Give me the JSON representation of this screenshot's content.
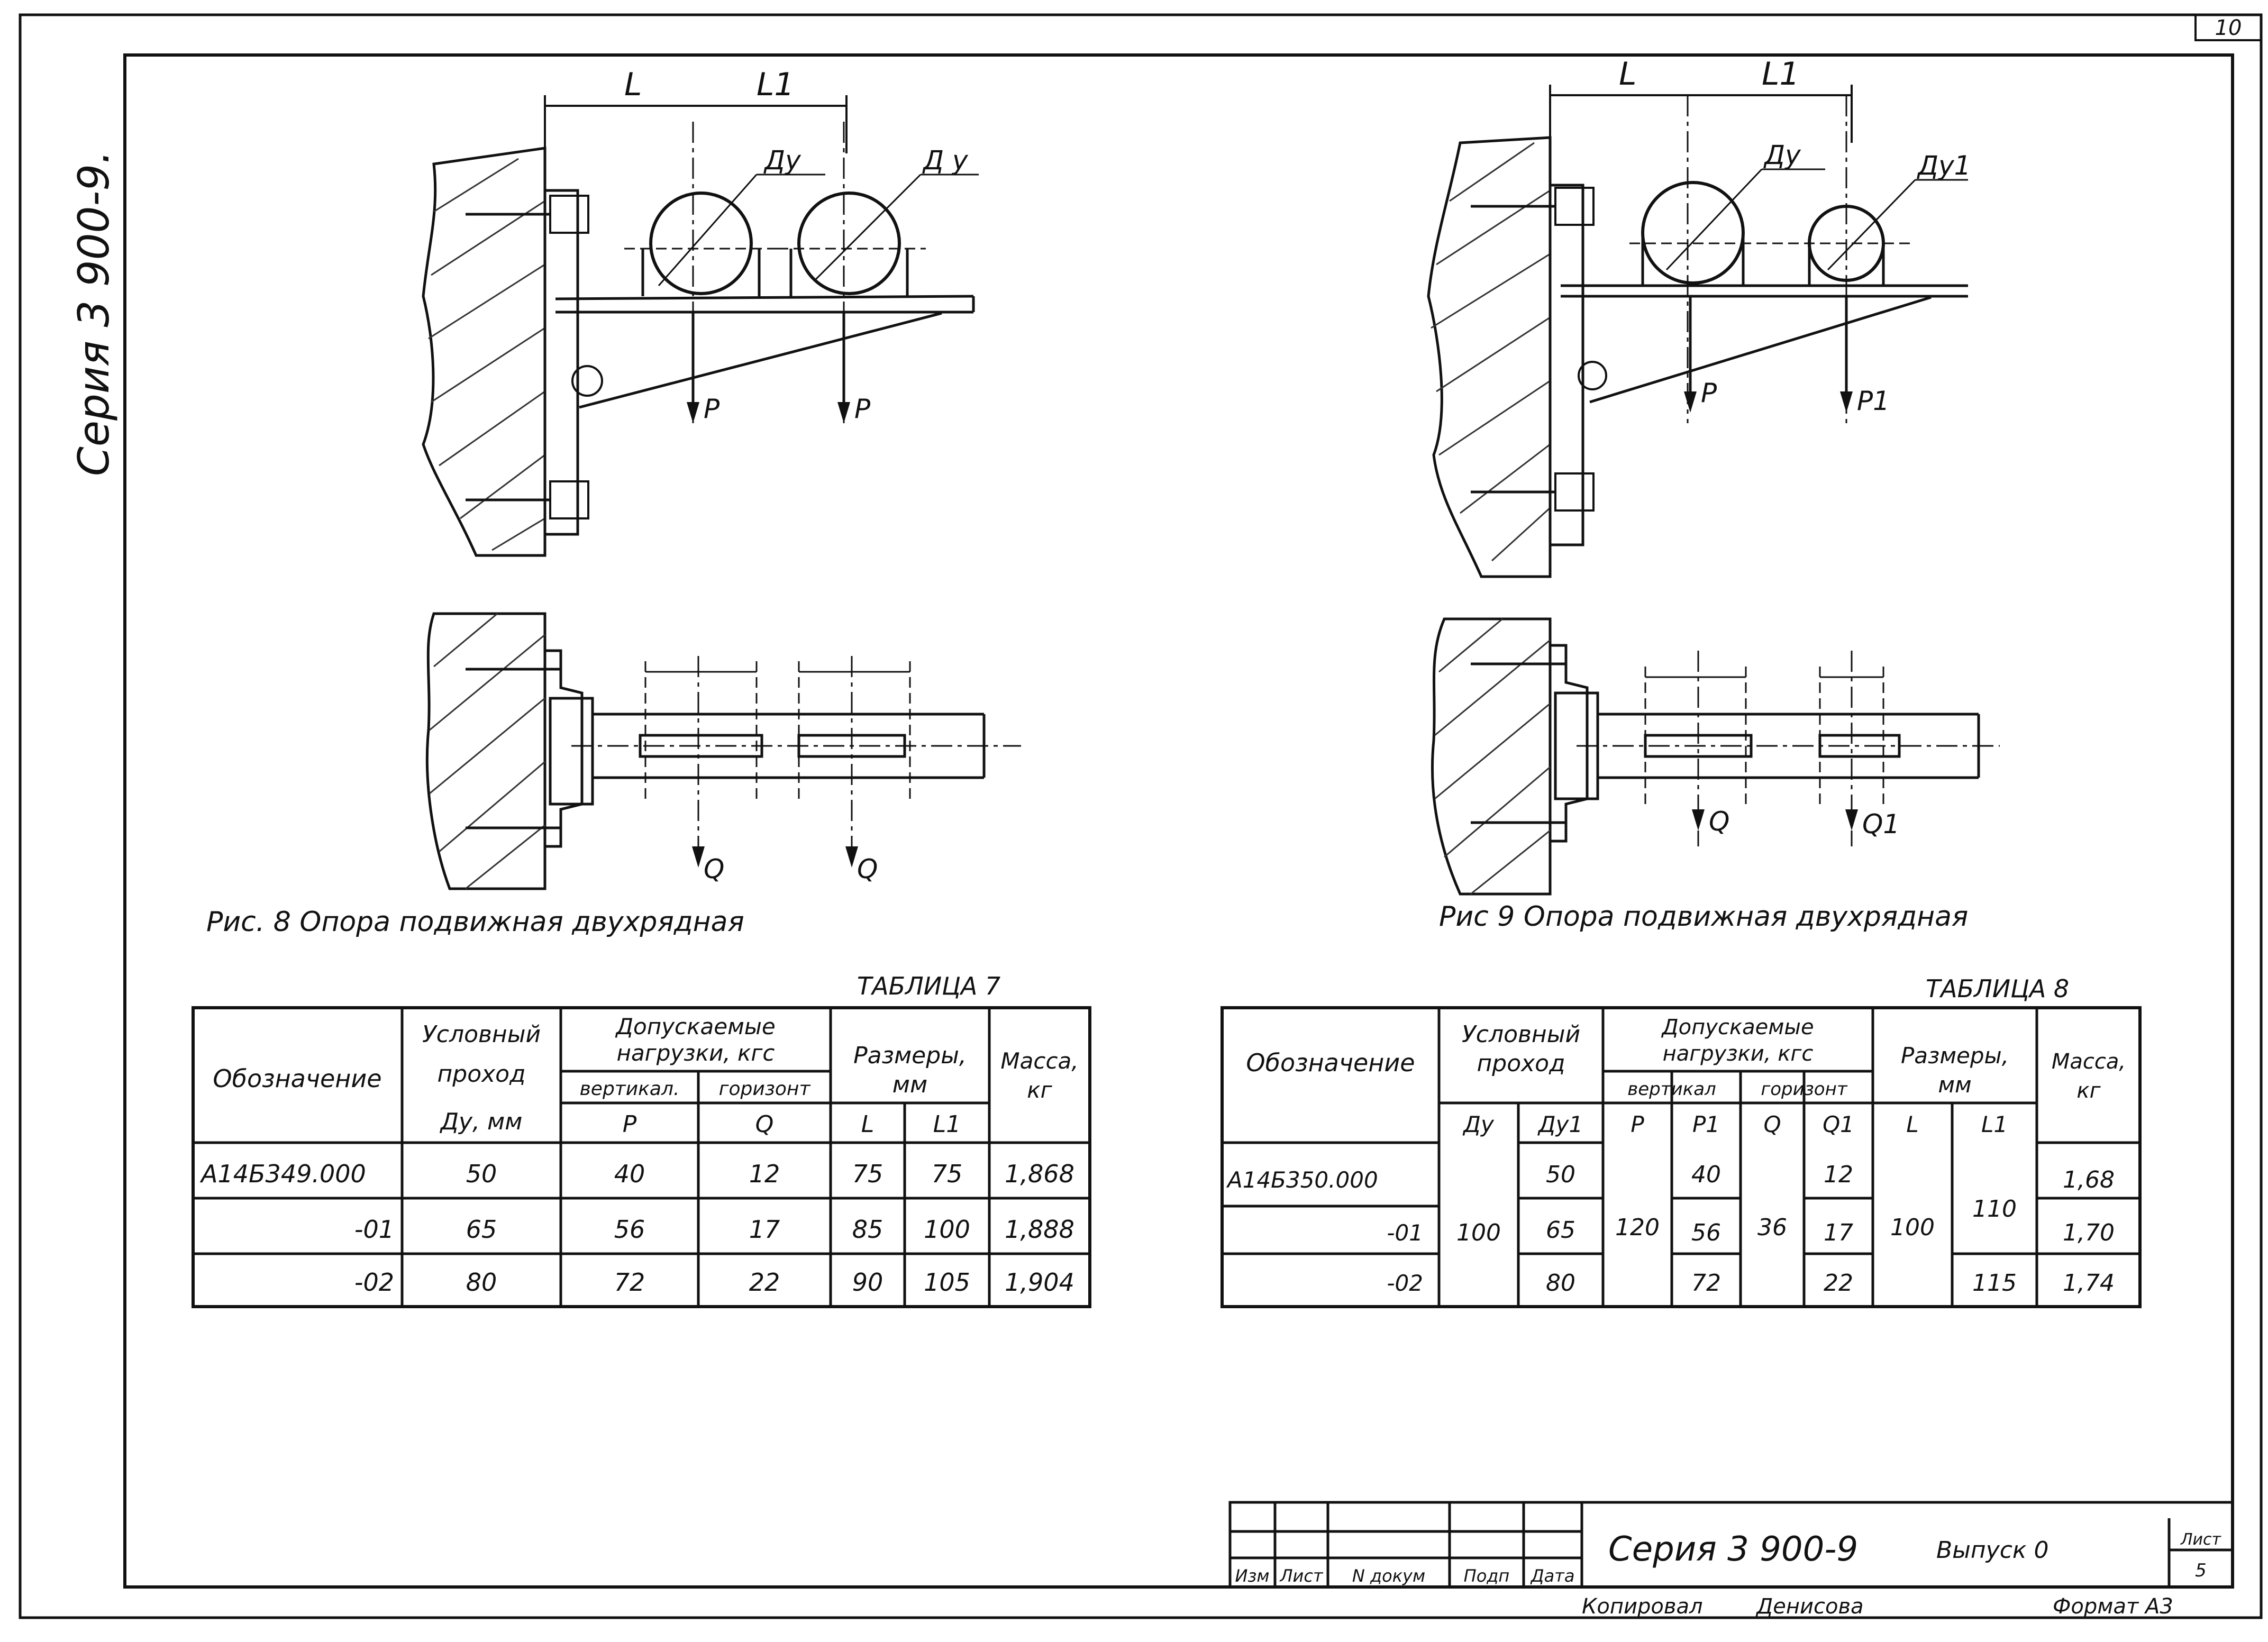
{
  "sheet": {
    "page_number": "10",
    "series_vertical": "Серия 3 900-9."
  },
  "fig8": {
    "dim_l": "L",
    "dim_l1": "L1",
    "du_a": "Ду",
    "du_b": "Д у",
    "force_p_a": "P",
    "force_p_b": "P",
    "force_q_a": "Q",
    "force_q_b": "Q",
    "caption": "Рис. 8  Опора  подвижная  двухрядная"
  },
  "fig9": {
    "dim_l": "L",
    "dim_l1": "L1",
    "du": "Ду",
    "du1": "Ду1",
    "force_p": "P",
    "force_p1": "P1",
    "force_q": "Q",
    "force_q1": "Q1",
    "caption": "Рис 9  Опора  подвижная  двухрядная"
  },
  "table7": {
    "title": "ТАБЛИЦА 7",
    "h_designation": "Обозначение",
    "h_cond_pass_1": "Условный",
    "h_cond_pass_2": "проход",
    "h_cond_pass_3": "Ду, мм",
    "h_loads_1": "Допускаемые",
    "h_loads_2": "нагрузки, кгс",
    "h_vert": "вертикал.",
    "h_horiz": "горизонт",
    "h_p": "P",
    "h_q": "Q",
    "h_sizes_1": "Размеры,",
    "h_sizes_2": "мм",
    "h_l": "L",
    "h_l1": "L1",
    "h_mass_1": "Масса,",
    "h_mass_2": "кг",
    "rows": [
      {
        "designation": "А14Б349.000",
        "du": "50",
        "p": "40",
        "q": "12",
        "l": "75",
        "l1": "75",
        "mass": "1,868"
      },
      {
        "designation": "-01",
        "du": "65",
        "p": "56",
        "q": "17",
        "l": "85",
        "l1": "100",
        "mass": "1,888"
      },
      {
        "designation": "-02",
        "du": "80",
        "p": "72",
        "q": "22",
        "l": "90",
        "l1": "105",
        "mass": "1,904"
      }
    ]
  },
  "table8": {
    "title": "ТАБЛИЦА 8",
    "h_designation": "Обозначение",
    "h_cond_pass_1": "Условный",
    "h_cond_pass_2": "проход",
    "h_du": "Ду",
    "h_du1": "Ду1",
    "h_loads_1": "Допускаемые",
    "h_loads_2": "нагрузки, кгс",
    "h_vert": "вертикал",
    "h_horiz": "горизонт",
    "h_p": "P",
    "h_p1": "P1",
    "h_q": "Q",
    "h_q1": "Q1",
    "h_sizes_1": "Размеры,",
    "h_sizes_2": "мм",
    "h_l": "L",
    "h_l1": "L1",
    "h_mass_1": "Масса,",
    "h_mass_2": "кг",
    "du_merged": "100",
    "p_merged": "120",
    "q_merged": "36",
    "l_merged": "100",
    "l1_merged": "110",
    "rows": [
      {
        "designation": "А14Б350.000",
        "du1": "50",
        "p1": "40",
        "q1": "12",
        "l1": "",
        "mass": "1,68"
      },
      {
        "designation": "-01",
        "du1": "65",
        "p1": "56",
        "q1": "17",
        "l1": "",
        "mass": "1,70"
      },
      {
        "designation": "-02",
        "du1": "80",
        "p1": "72",
        "q1": "22",
        "l1": "115",
        "mass": "1,74"
      }
    ]
  },
  "titleblock": {
    "col_izm": "Изм",
    "col_list": "Лист",
    "col_ndoc": "N докум",
    "col_podp": "Подп",
    "col_data": "Дата",
    "series": "Серия  3 900-9",
    "issue": "Выпуск 0",
    "sheet_label": "Лист",
    "sheet_no": "5",
    "copied": "Копировал",
    "name": "Денисова",
    "format": "Формат А3"
  }
}
